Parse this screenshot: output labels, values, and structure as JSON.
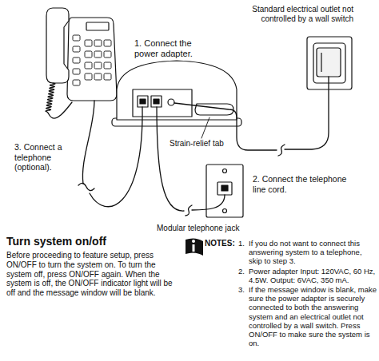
{
  "diagram": {
    "labels": [
      "1. Connect the power adapter.",
      "Standard electrical outlet not controlled by a wall switch",
      "Strain-relief tab",
      "3. Connect a telephone (optional).",
      "2. Connect the telephone line cord.",
      "Modular telephone jack",
      "Turn system on/off",
      "Before proceeding to feature setup, press ON/OFF to turn the system on. To turn the system off, press ON/OFF again. When the system is off, the ON/OFF indicator light will be off and the message window will be blank.",
      "NOTES:",
      "1.",
      "If you do not want to connect this answering system to a telephone, skip to step 3.",
      "2.",
      "Power adapter Input: 120VAC, 60 Hz, 4.5W. Output: 6VAC, 350 mA.",
      "3.",
      "If the message window is blank, make sure the power adapter is securely connected to both the answering system and an electrical outlet not controlled by a wall switch. Press ON/OFF to make sure the system is on."
    ]
  }
}
